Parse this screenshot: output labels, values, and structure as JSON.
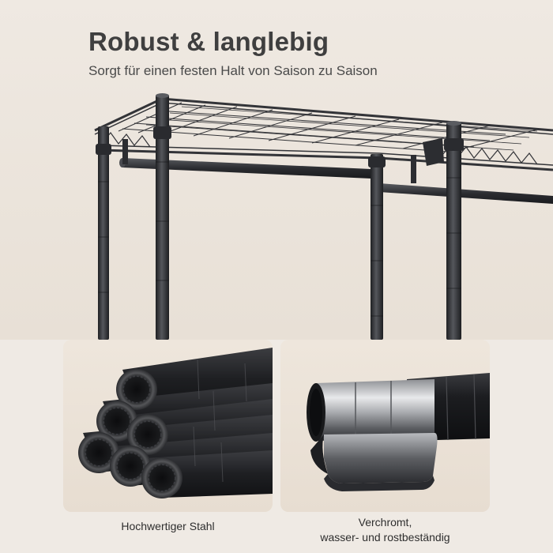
{
  "hero": {
    "title": "Robust & langlebig",
    "subtitle": "Sorgt für einen festen Halt von Saison zu Saison",
    "image": "metal-wire-shelf-closeup"
  },
  "features": [
    {
      "caption": "Hochwertiger Stahl",
      "image": "steel-tube-bundle"
    },
    {
      "caption_line1": "Verchromt,",
      "caption_line2": "wasser- und rostbeständig",
      "image": "chrome-plated-tube-section"
    }
  ],
  "colors": {
    "background": "#efeae4",
    "metal": "#2f3033",
    "text": "#3f3f3f"
  }
}
